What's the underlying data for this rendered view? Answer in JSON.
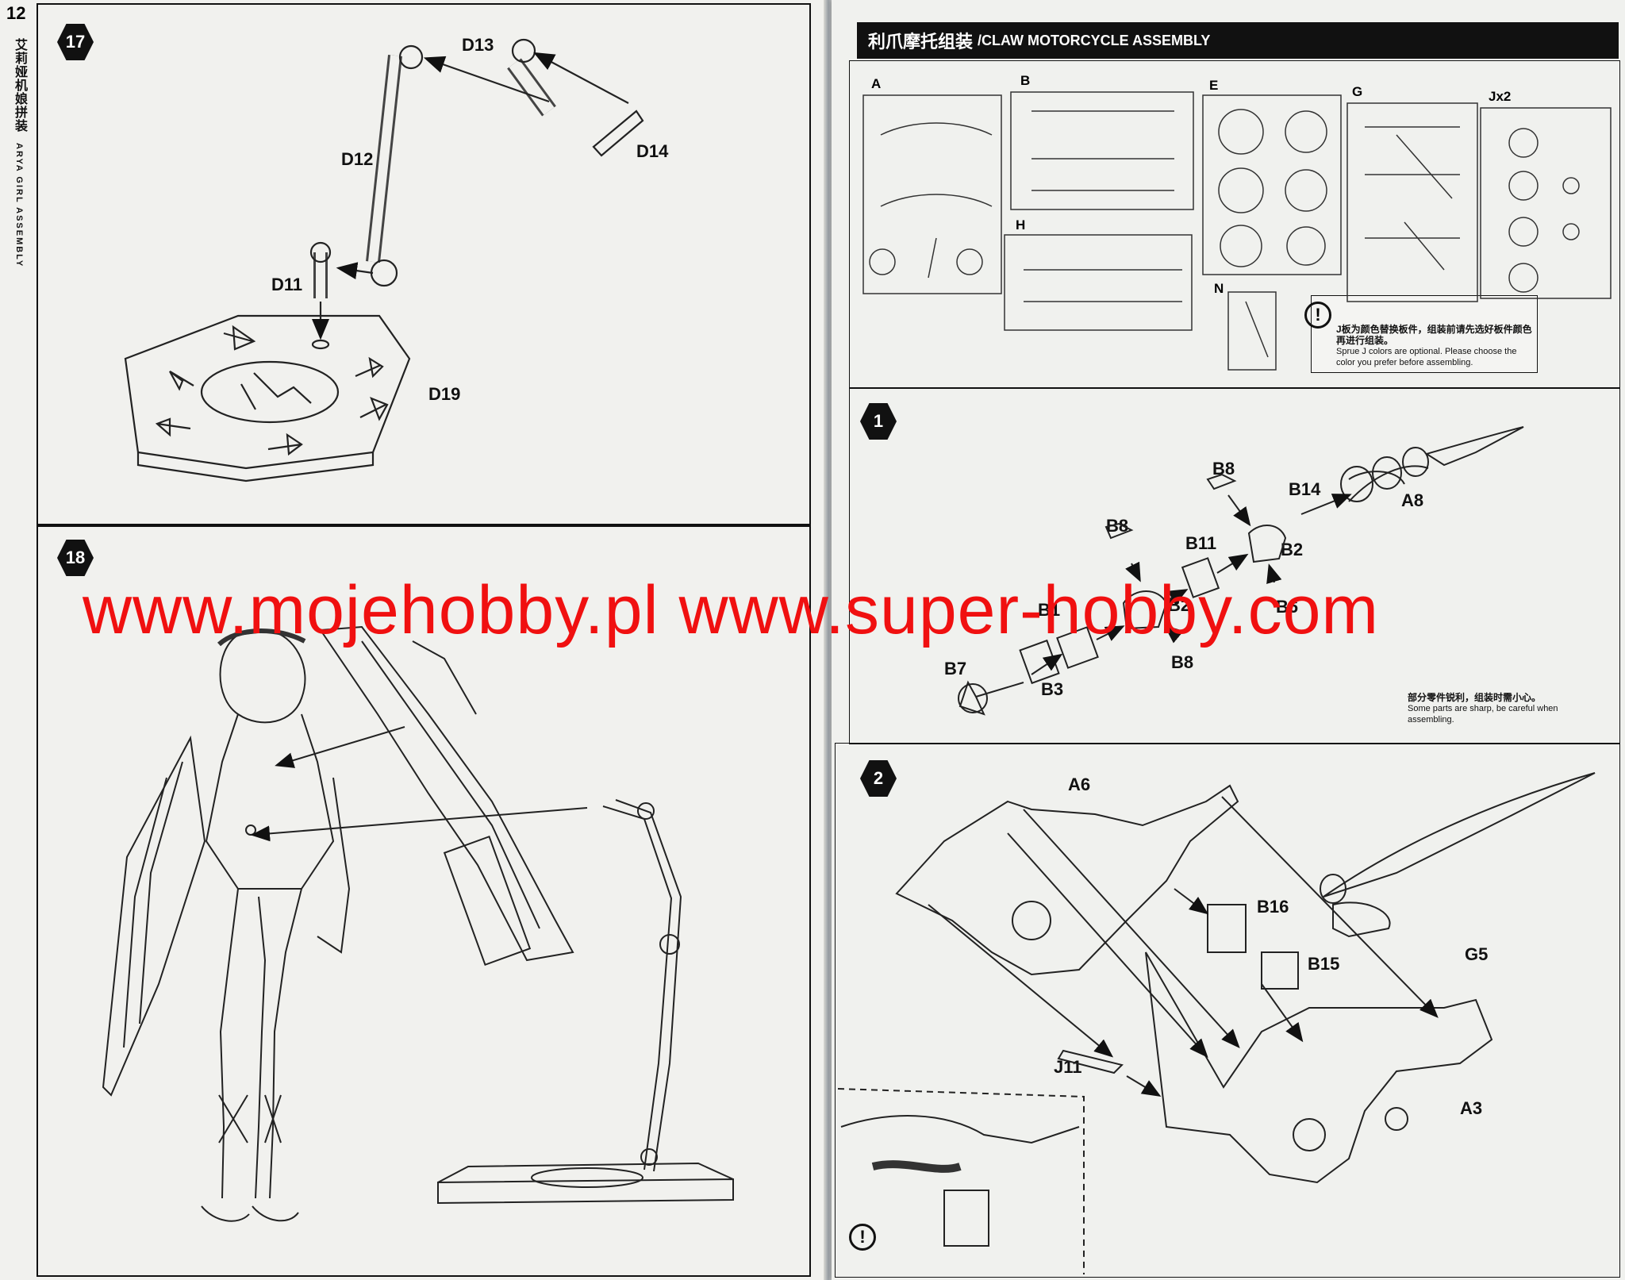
{
  "left_page": {
    "page_number": "12",
    "title_zh": "艾莉娅机娘拼装",
    "title_en": "ARYA GIRL ASSEMBLY",
    "step_a": {
      "number": "17",
      "parts": [
        "D13",
        "D12",
        "D14",
        "D11",
        "D19"
      ]
    },
    "step_b": {
      "number": "18"
    }
  },
  "right_page": {
    "header_zh": "利爪摩托组装",
    "header_en": "/CLAW MOTORCYCLE ASSEMBLY",
    "sprues": [
      "A",
      "B",
      "E",
      "G",
      "Jx2",
      "H",
      "N"
    ],
    "sprue_note": {
      "zh": "J板为颜色替换板件，组装前请先选好板件颜色再进行组装。",
      "en": "Sprue J colors are optional. Please choose the color you prefer before assembling."
    },
    "step_1": {
      "number": "1",
      "parts": [
        "B8",
        "B14",
        "A8",
        "B8",
        "B11",
        "B2",
        "B6",
        "B1",
        "B2",
        "B7",
        "B3",
        "B8"
      ],
      "note_zh": "部分零件锐利，组装时需小心。",
      "note_en": "Some parts are sharp, be careful when assembling."
    },
    "step_2": {
      "number": "2",
      "parts": [
        "A6",
        "B16",
        "B15",
        "G5",
        "J11",
        "A3"
      ]
    }
  },
  "watermark": "www.mojehobby.pl www.super-hobby.com",
  "colors": {
    "background": "#2b4f86",
    "paper": "#f1f1ee",
    "ink": "#111111",
    "watermark": "#f01010"
  }
}
